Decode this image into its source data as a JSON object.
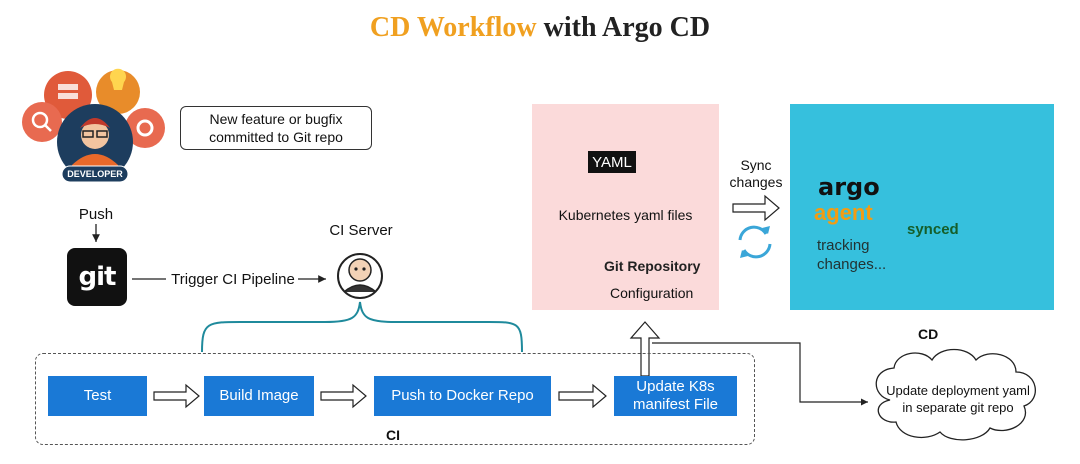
{
  "title": {
    "part1": "CD Workflow",
    "part2": "with Argo CD"
  },
  "developer": {
    "badge": "DEVELOPER"
  },
  "note": {
    "line1": "New feature or bugfix",
    "line2": "committed to Git repo"
  },
  "push_label": "Push",
  "git_logo_text": "git",
  "trigger_label": "Trigger CI Pipeline",
  "ci_server_label": "CI Server",
  "ci_steps": [
    {
      "label": "Test"
    },
    {
      "label": "Build Image"
    },
    {
      "label": "Push to Docker Repo"
    },
    {
      "label_line1": "Update K8s",
      "label_line2": "manifest File"
    }
  ],
  "ci_label": "CI",
  "k8s_panel": {
    "yaml_badge": "YAML",
    "files_label": "Kubernetes yaml files",
    "repo_label": "Git Repository",
    "config_label": "Configuration"
  },
  "sync": {
    "line1": "Sync",
    "line2": "changes"
  },
  "cd_panel": {
    "argo_label": "argo",
    "agent_label": "agent",
    "tracking_line1": "tracking",
    "tracking_line2": "changes...",
    "synced_label": "synced"
  },
  "cd_label": "CD",
  "cloud": {
    "line1": "Update deployment yaml",
    "line2": "in separate git repo"
  },
  "colors": {
    "title_accent": "#f0a020",
    "ci_step_blue": "#1a79d6",
    "k8s_panel_pink": "#fbdada",
    "cd_panel_cyan": "#36c0dd",
    "bracket_teal": "#1f8a9c",
    "git_repo_orange": "#e8542a",
    "argo_orange": "#f39c12",
    "synced_green": "#2fb34a"
  }
}
